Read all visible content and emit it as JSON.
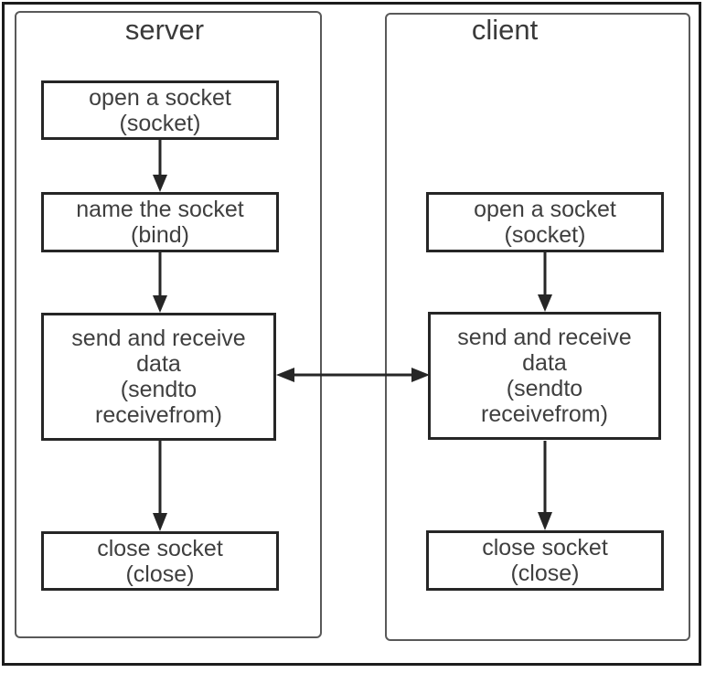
{
  "server_panel": {
    "title": "server",
    "boxes": {
      "open": {
        "lines": [
          "open a socket",
          "(socket)"
        ]
      },
      "bind": {
        "lines": [
          "name the socket",
          "(bind)"
        ]
      },
      "sendrecv": {
        "lines": [
          "send and receive",
          "data",
          "(sendto",
          "receivefrom)"
        ]
      },
      "close": {
        "lines": [
          "close socket",
          "(close)"
        ]
      }
    }
  },
  "client_panel": {
    "title": "client",
    "boxes": {
      "open": {
        "lines": [
          "open a socket",
          "(socket)"
        ]
      },
      "sendrecv": {
        "lines": [
          "send and receive",
          "data",
          "(sendto",
          "receivefrom)"
        ]
      },
      "close": {
        "lines": [
          "close socket",
          "(close)"
        ]
      }
    }
  },
  "connections": [
    {
      "from": "server open a socket",
      "to": "server name the socket",
      "direction": "down"
    },
    {
      "from": "server name the socket",
      "to": "server send and receive data",
      "direction": "down"
    },
    {
      "from": "server send and receive data",
      "to": "server close socket",
      "direction": "down"
    },
    {
      "from": "client open a socket",
      "to": "client send and receive data",
      "direction": "down"
    },
    {
      "from": "client send and receive data",
      "to": "client close socket",
      "direction": "down"
    },
    {
      "from": "server send and receive data",
      "to": "client send and receive data",
      "direction": "bidirectional"
    }
  ],
  "colors": {
    "background": "#ffffff",
    "outer_frame": "#1c1c1c",
    "panel_border": "#595959",
    "box_border": "#262626",
    "arrow": "#262626",
    "text": "#3f3f3f"
  }
}
